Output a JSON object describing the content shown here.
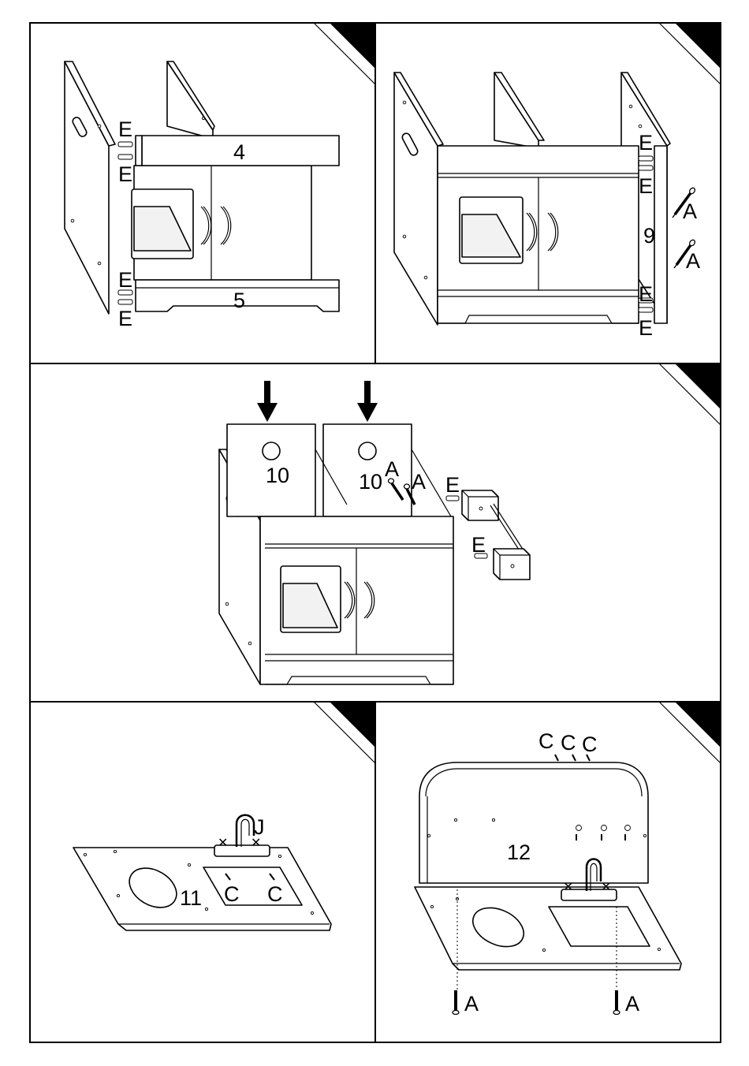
{
  "steps": [
    {
      "parts": [
        "4",
        "5"
      ],
      "hardware": [
        "E",
        "E",
        "E",
        "E"
      ]
    },
    {
      "parts": [
        "9"
      ],
      "hardware": [
        "E",
        "E",
        "E",
        "E",
        "A",
        "A"
      ]
    },
    {
      "parts": [
        "10",
        "10"
      ],
      "hardware": [
        "A",
        "A",
        "E",
        "E"
      ]
    },
    {
      "parts": [
        "11"
      ],
      "hardware": [
        "J",
        "C",
        "C"
      ]
    },
    {
      "parts": [
        "12"
      ],
      "hardware": [
        "C",
        "C",
        "C",
        "A",
        "A"
      ]
    }
  ]
}
